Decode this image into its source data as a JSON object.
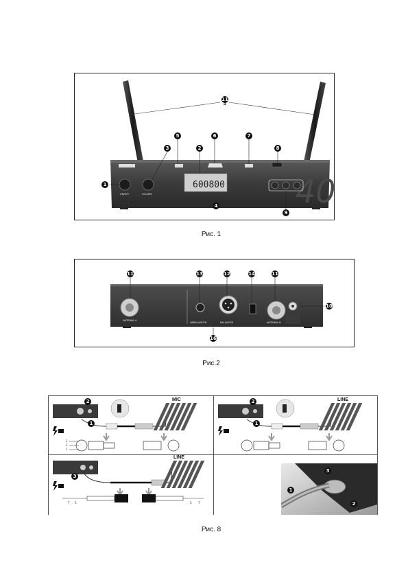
{
  "fig1": {
    "caption": "Рис. 1",
    "callouts": {
      "c1": "1",
      "c2": "2",
      "c3": "3",
      "c4": "4",
      "c5": "5",
      "c6": "6",
      "c7": "7",
      "c8": "8",
      "c11": "11",
      "c11_sub": "a"
    }
  },
  "fig2": {
    "caption": "Рис.2",
    "callouts": {
      "c10": "10",
      "c11a": "11",
      "c11b": "11",
      "c12": "12",
      "c13": "13",
      "c14": "14",
      "c16": "16"
    }
  },
  "fig8": {
    "caption": "Рис. 8",
    "panel_a": {
      "label": "MIC",
      "c1": "1",
      "c2": "2"
    },
    "panel_b": {
      "label": "LINE",
      "c1": "1",
      "c2": "2"
    },
    "panel_c": {
      "label": "LINE",
      "c3": "3"
    },
    "panel_d": {
      "c1": "1",
      "c2": "2",
      "c3": "3"
    }
  }
}
